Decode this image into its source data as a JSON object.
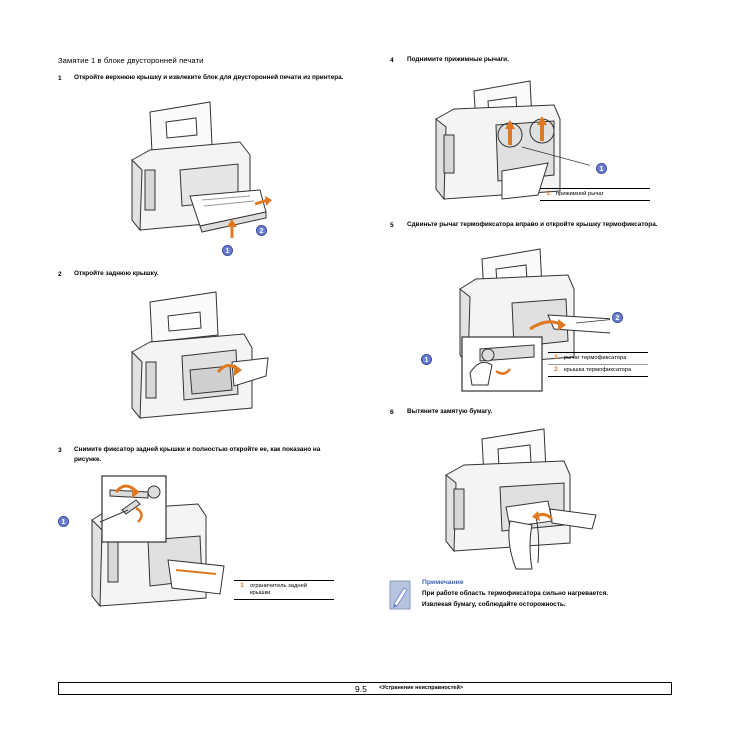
{
  "page": {
    "title": "Замятие 1 в блоке двусторонней печати"
  },
  "left_steps": [
    {
      "num": "1",
      "text": "Откройте верхнюю крышку и извлеките блок для двусторонней печати из принтера."
    },
    {
      "num": "2",
      "text": "Откройте заднюю крышку."
    },
    {
      "num": "3",
      "text": "Снимите фиксатор задней крышки и полностью откройте ее, как показано на рисунке."
    }
  ],
  "right_steps": [
    {
      "num": "4",
      "text": "Поднимите прижимные рычаги."
    },
    {
      "num": "5",
      "text": "Сдвиньте рычаг термофиксатора вправо и откройте крышку термофиксатора."
    },
    {
      "num": "6",
      "text": "Вытяните замятую бумагу."
    }
  ],
  "markers": {
    "one": "1",
    "two": "2"
  },
  "callouts": {
    "step3": [
      {
        "num": "1",
        "label": "ограничитель задней крышки"
      }
    ],
    "step4": [
      {
        "num": "1",
        "label": "прижимной рычаг"
      }
    ],
    "step5": [
      {
        "num": "1",
        "label": "рычаг термофиксатора"
      },
      {
        "num": "2",
        "label": "крышка термофиксатора"
      }
    ]
  },
  "note": {
    "title": "Примечание",
    "lines": [
      "При работе область термофиксатора сильно нагревается.",
      "Извлекая бумагу, соблюдайте осторожность."
    ]
  },
  "footer": {
    "page_number": "9.5",
    "section": "<Устранение неисправностей>"
  },
  "colors": {
    "marker": "#6a7fd0",
    "callout_number": "#e07820",
    "note_title": "#3a62b0"
  }
}
